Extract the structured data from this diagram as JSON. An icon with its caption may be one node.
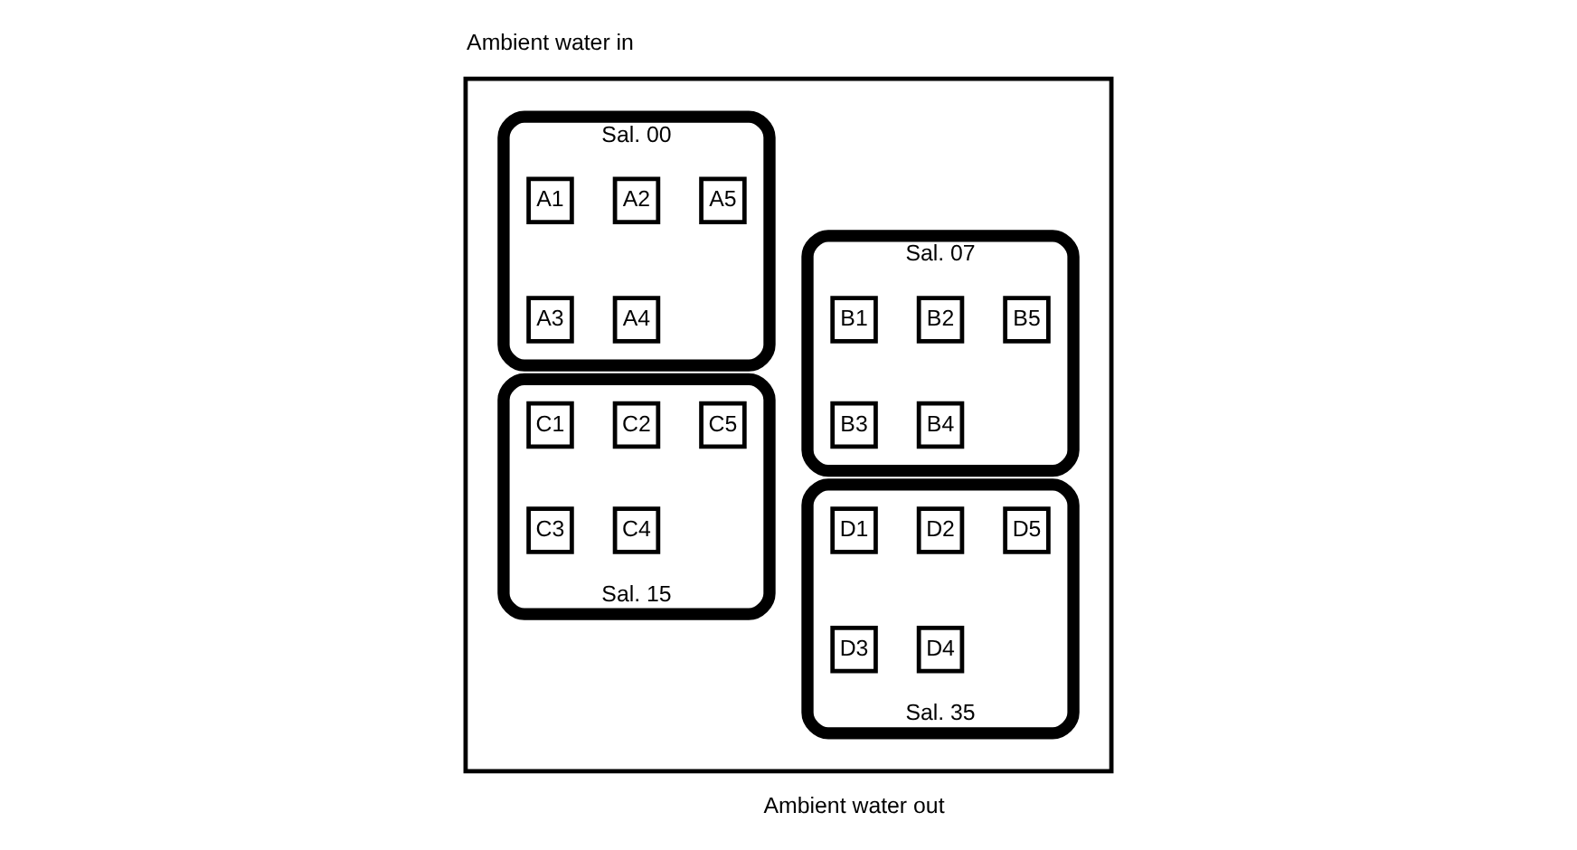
{
  "diagram": {
    "nodes": [
      {
        "text": [],
        "shape": "box"
      },
      {
        "text": [
          "Sal. 00"
        ],
        "in": 0
      },
      {
        "text": [
          "A1"
        ],
        "in": 1
      },
      {
        "text": [
          "A2"
        ],
        "in": 1
      },
      {
        "text": [
          "A3"
        ],
        "in": 1
      },
      {
        "text": [
          "A4"
        ],
        "in": 1
      },
      {
        "text": [
          "A5"
        ],
        "in": 1
      },
      {
        "text": [
          "Sal. 07"
        ],
        "in": 0
      },
      {
        "text": [
          "B1"
        ],
        "in": 7
      },
      {
        "text": [
          "B2"
        ],
        "in": 7
      },
      {
        "text": [
          "B3"
        ],
        "in": 7
      },
      {
        "text": [
          "B4"
        ],
        "in": 7
      },
      {
        "text": [
          "B5"
        ],
        "in": 7
      },
      {
        "text": [
          "Sal. 15"
        ],
        "in": 0
      },
      {
        "text": [
          "C1"
        ],
        "in": 13
      },
      {
        "text": [
          "C2"
        ],
        "in": 13
      },
      {
        "text": [
          "C3"
        ],
        "in": 13
      },
      {
        "text": [
          "C4"
        ],
        "in": 13
      },
      {
        "text": [
          "C5"
        ],
        "in": 13
      },
      {
        "text": [
          "Sal. 35"
        ],
        "in": 0
      },
      {
        "text": [
          "D1"
        ],
        "in": 19
      },
      {
        "text": [
          "D2"
        ],
        "in": 19
      },
      {
        "text": [
          "D3"
        ],
        "in": 19
      },
      {
        "text": [
          "D4"
        ],
        "in": 19
      },
      {
        "text": [
          "D5"
        ],
        "in": 19
      }
    ],
    "edges": [],
    "labels": [
      "Ambient water in",
      "Ambient water out"
    ]
  }
}
